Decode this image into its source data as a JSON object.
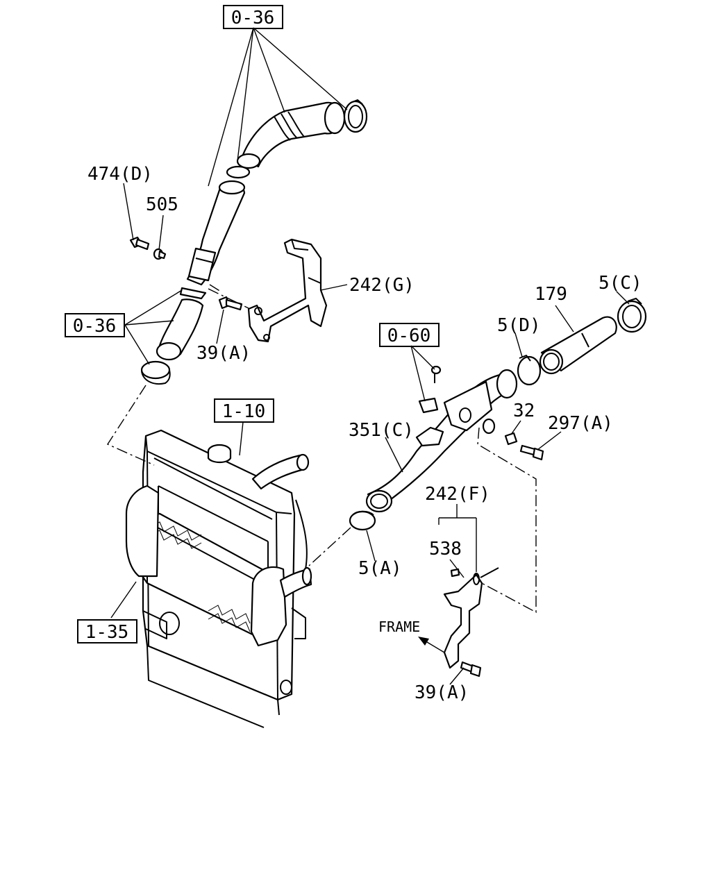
{
  "diagram": {
    "frame_label": "FRAME",
    "refs": [
      "0-36",
      "0-36",
      "0-60",
      "1-10",
      "1-35"
    ],
    "labels": [
      "474(D)",
      "505",
      "242(G)",
      "39(A)",
      "179",
      "5(C)",
      "5(D)",
      "32",
      "297(A)",
      "351(C)",
      "242(F)",
      "538",
      "5(A)",
      "39(A)"
    ]
  }
}
